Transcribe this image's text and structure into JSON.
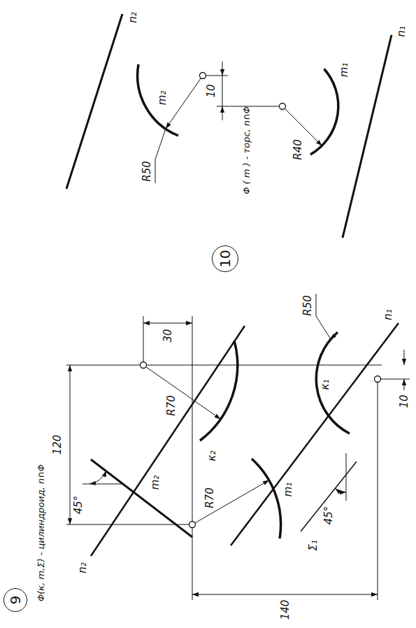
{
  "diagram": {
    "nodes": [
      {
        "text": [
          "10"
        ]
      },
      {
        "text": [
          "9"
        ]
      }
    ],
    "edges": [],
    "labels": [
      "Φ(к, m,Σ) - цилиндроид, n∩Φ",
      "120",
      "30",
      "R70",
      "n₂",
      "45°",
      "m₂",
      "к₂",
      "R70",
      "m₁",
      "R50",
      "к₁",
      "n₁",
      "10",
      "140",
      "Σ₁",
      "45°",
      "Φ ( m ) - торс, n∩Φ",
      "n₂",
      "m₂",
      "R50",
      "10",
      "m₁",
      "R40",
      "n₁"
    ]
  }
}
